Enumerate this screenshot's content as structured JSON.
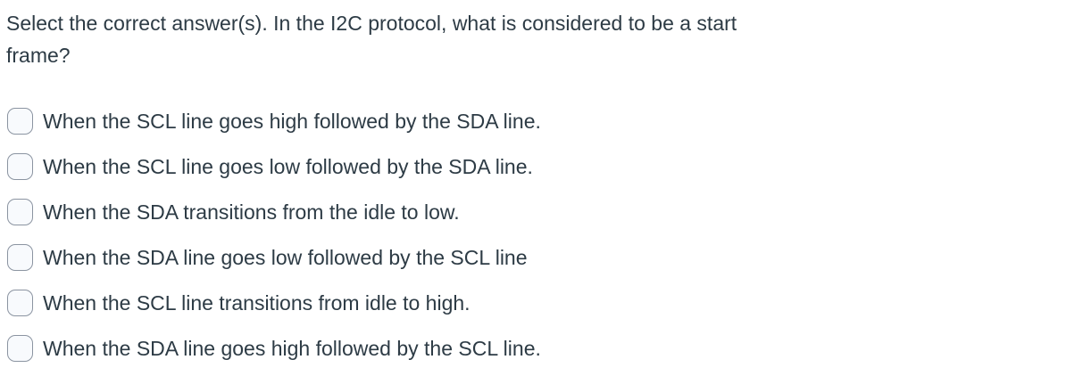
{
  "question": {
    "text": "Select the correct answer(s). In the I2C protocol, what is considered to be a start frame?",
    "lines": [
      "Select the correct answer(s). In the I2C protocol, what is considered to be a start",
      "frame?"
    ]
  },
  "options": [
    {
      "label": "When the SCL line goes high followed by the SDA line.",
      "checked": false
    },
    {
      "label": "When the SCL line goes low followed by the SDA line.",
      "checked": false
    },
    {
      "label": "When the SDA transitions from the idle to low.",
      "checked": false
    },
    {
      "label": "When the SDA line goes low followed by the SCL line",
      "checked": false
    },
    {
      "label": "When the SCL line transitions from idle to high.",
      "checked": false
    },
    {
      "label": "When the SDA line goes high followed by the SCL line.",
      "checked": false
    }
  ],
  "colors": {
    "text": "#2d3b45",
    "checkbox_border": "#8b94a1",
    "checkbox_fill": "#f8fafd",
    "background": "#ffffff"
  }
}
